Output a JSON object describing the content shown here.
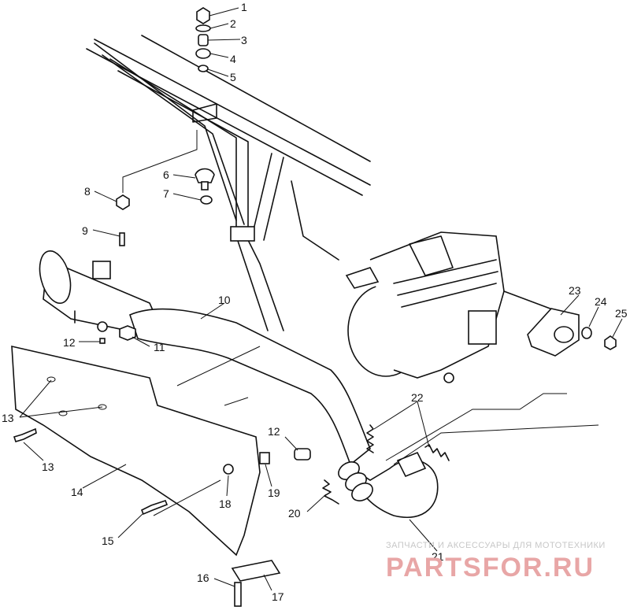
{
  "callouts": [
    {
      "id": "c1",
      "text": "1"
    },
    {
      "id": "c2",
      "text": "2"
    },
    {
      "id": "c3",
      "text": "3"
    },
    {
      "id": "c4",
      "text": "4"
    },
    {
      "id": "c5",
      "text": "5"
    },
    {
      "id": "c6",
      "text": "6"
    },
    {
      "id": "c7",
      "text": "7"
    },
    {
      "id": "c8",
      "text": "8"
    },
    {
      "id": "c9",
      "text": "9"
    },
    {
      "id": "c10",
      "text": "10"
    },
    {
      "id": "c11",
      "text": "11"
    },
    {
      "id": "c12a",
      "text": "12"
    },
    {
      "id": "c12b",
      "text": "12"
    },
    {
      "id": "c13a",
      "text": "13"
    },
    {
      "id": "c13b",
      "text": "13"
    },
    {
      "id": "c14",
      "text": "14"
    },
    {
      "id": "c15",
      "text": "15"
    },
    {
      "id": "c16",
      "text": "16"
    },
    {
      "id": "c17",
      "text": "17"
    },
    {
      "id": "c18",
      "text": "18"
    },
    {
      "id": "c19",
      "text": "19"
    },
    {
      "id": "c20",
      "text": "20"
    },
    {
      "id": "c21",
      "text": "21"
    },
    {
      "id": "c22",
      "text": "22"
    },
    {
      "id": "c23",
      "text": "23"
    },
    {
      "id": "c24",
      "text": "24"
    },
    {
      "id": "c25",
      "text": "25"
    }
  ],
  "watermark": {
    "tagline": "ЗАПЧАСТИ И АКСЕССУАРЫ ДЛЯ МОТОТЕХНИКИ",
    "brand": "PARTSFOR.RU"
  }
}
